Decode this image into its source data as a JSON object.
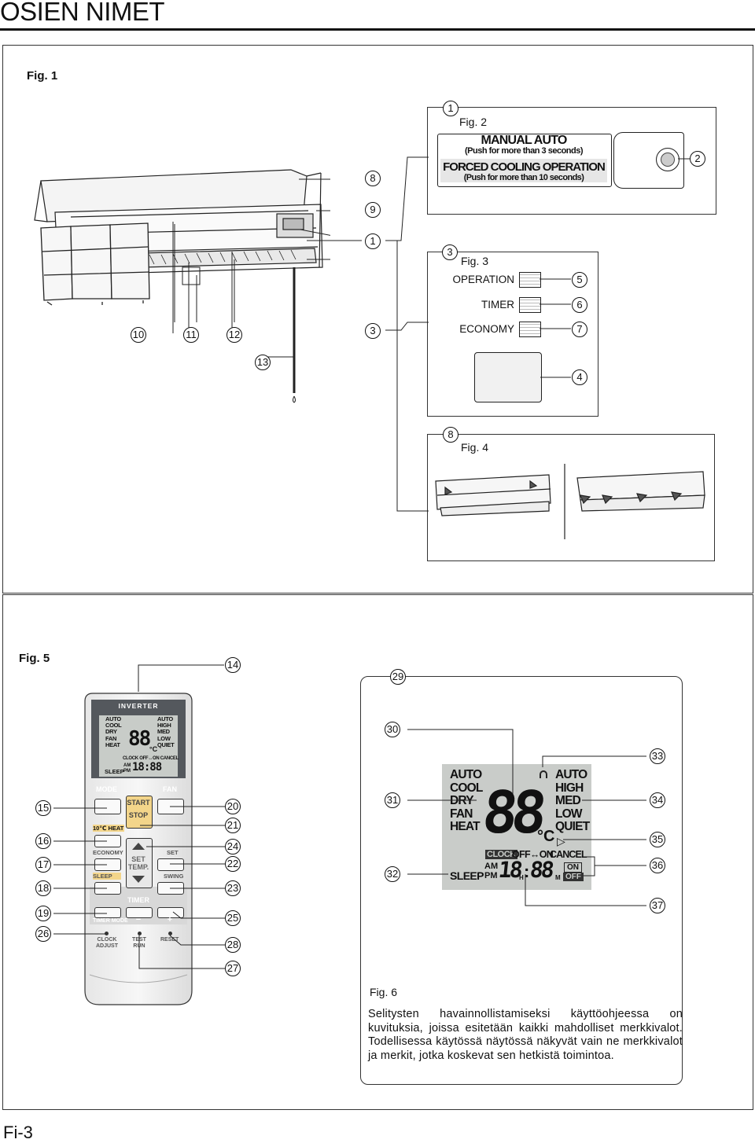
{
  "page": {
    "title": "OSIEN NIMET",
    "page_number": "Fi-3"
  },
  "fig1": {
    "label": "Fig. 1"
  },
  "fig2": {
    "label": "Fig. 2",
    "line1": "MANUAL AUTO",
    "line2": "(Push for more than 3 seconds)",
    "line3": "FORCED COOLING OPERATION",
    "line4": "(Push for more than 10 seconds)"
  },
  "fig3": {
    "label": "Fig. 3",
    "operation": "OPERATION",
    "timer": "TIMER",
    "economy": "ECONOMY"
  },
  "fig4": {
    "label": "Fig. 4"
  },
  "fig5": {
    "label": "Fig. 5"
  },
  "fig6": {
    "label": "Fig. 6",
    "description": "Selitysten havainnollistamiseksi käyttöohjeessa on kuvituksia, joissa esitetään kaikki mahdolliset merkkivalot. Todellisessa käytössä näytössä näkyvät vain ne merkkivalot ja merkit, jotka koskevat sen hetkistä toimintoa."
  },
  "remote": {
    "brand": "INVERTER",
    "modes_left": [
      "AUTO",
      "COOL",
      "DRY",
      "FAN",
      "HEAT"
    ],
    "fan_right": [
      "AUTO",
      "HIGH",
      "MED",
      "LOW",
      "QUIET"
    ],
    "timer_row": "CLOCK OFF↔ON CANCEL",
    "sleep": "SLEEP",
    "am": "AM",
    "pm": "PM",
    "mode": "MODE",
    "fan": "FAN",
    "start": "START",
    "stop": "STOP",
    "heat10": "10℃ HEAT",
    "economy": "ECONOMY",
    "sleep_btn": "SLEEP",
    "set": "SET",
    "set_temp_1": "SET",
    "set_temp_2": "TEMP.",
    "swing": "SWING",
    "timer": "TIMER",
    "timer_mode": "TIMER MODE",
    "minus": "−",
    "plus": "+",
    "clock_adjust_1": "CLOCK",
    "clock_adjust_2": "ADJUST",
    "test_run_1": "TEST",
    "test_run_2": "RUN",
    "reset": "RESET"
  },
  "display": {
    "modes": [
      "AUTO",
      "COOL",
      "DRY",
      "FAN",
      "HEAT"
    ],
    "fan": [
      "AUTO",
      "HIGH",
      "MED",
      "LOW",
      "QUIET"
    ],
    "clock": "CLOCK",
    "off_on": "OFF↔ON",
    "cancel": "CANCEL",
    "on": "ON",
    "off": "OFF",
    "sleep": "SLEEP",
    "am": "AM",
    "pm": "PM",
    "h": "H",
    "m": "M",
    "unit": "°C",
    "digits": "88",
    "hours": "18",
    "minutes": "88"
  },
  "callouts": {
    "c1": "1",
    "c2": "2",
    "c3": "3",
    "c4": "4",
    "c5": "5",
    "c6": "6",
    "c7": "7",
    "c8": "8",
    "c9": "9",
    "c10": "10",
    "c11": "11",
    "c12": "12",
    "c13": "13",
    "c14": "14",
    "c15": "15",
    "c16": "16",
    "c17": "17",
    "c18": "18",
    "c19": "19",
    "c20": "20",
    "c21": "21",
    "c22": "22",
    "c23": "23",
    "c24": "24",
    "c25": "25",
    "c26": "26",
    "c27": "27",
    "c28": "28",
    "c29": "29",
    "c30": "30",
    "c31": "31",
    "c32": "32",
    "c33": "33",
    "c34": "34",
    "c35": "35",
    "c36": "36",
    "c37": "37"
  }
}
